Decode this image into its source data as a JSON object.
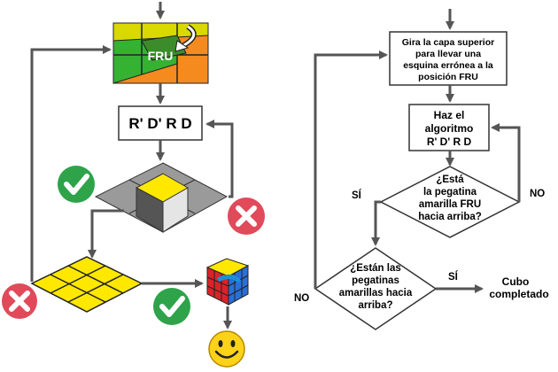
{
  "left_flow": {
    "position_label": "FRU",
    "algorithm_label": "R' D' R D"
  },
  "right_flow": {
    "step1_lines": [
      "Gira la capa superior",
      "para llevar una",
      "esquina errónea a la",
      "posición FRU"
    ],
    "step2_lines": [
      "Haz el",
      "algoritmo",
      "R' D' R D"
    ],
    "decision1_lines": [
      "¿Está",
      "la pegatina",
      "amarilla FRU",
      "hacia arriba?"
    ],
    "decision2_lines": [
      "¿Están las",
      "pegatinas",
      "amarillas hacia",
      "arriba?"
    ],
    "end_lines": [
      "Cubo",
      "completado"
    ],
    "yes_label_1": "SÍ",
    "no_label_1": "NO",
    "yes_label_2": "SÍ",
    "no_label_2": "NO"
  },
  "colors": {
    "yellow": "#ffe800",
    "green_check": "#2ea34a",
    "red_cross": "#e04a5a",
    "arrow": "#555555",
    "cube_green": "#35b232",
    "cube_orange": "#f58a1f"
  }
}
